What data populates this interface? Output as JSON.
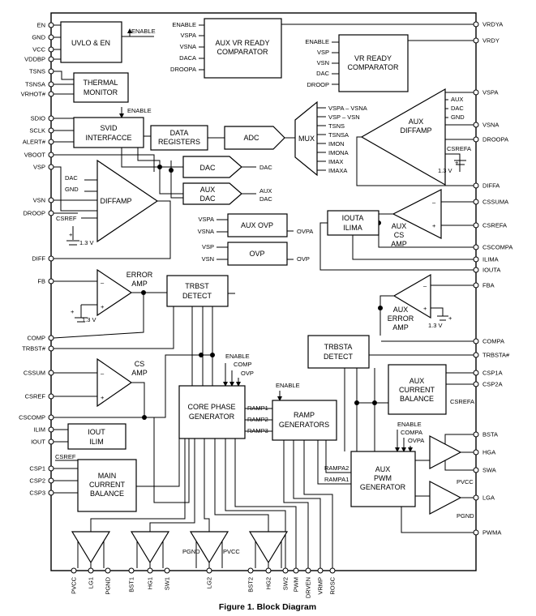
{
  "caption": "Figure 1. Block Diagram",
  "blocks": {
    "uvlo": "UVLO & EN",
    "thermal": [
      "THERMAL",
      "MONITOR"
    ],
    "svid": [
      "SVID",
      "INTERFACCE"
    ],
    "data_registers": [
      "DATA",
      "REGISTERS"
    ],
    "adc": "ADC",
    "mux": "MUX",
    "dac": "DAC",
    "aux_dac": [
      "AUX",
      "DAC"
    ],
    "diffamp": "DIFFAMP",
    "aux_vr_ready": [
      "AUX VR READY",
      "COMPARATOR"
    ],
    "vr_ready": [
      "VR READY",
      "COMPARATOR"
    ],
    "aux_diffamp": [
      "AUX",
      "DIFFAMP"
    ],
    "aux_ovp": "AUX OVP",
    "ovp": "OVP",
    "iouta_ilima": [
      "IOUTA",
      "ILIMA"
    ],
    "aux_cs_amp": [
      "AUX",
      "CS",
      "AMP"
    ],
    "error_amp": [
      "ERROR",
      "AMP"
    ],
    "trbst_detect": [
      "TRBST",
      "DETECT"
    ],
    "aux_error_amp": [
      "AUX",
      "ERROR",
      "AMP"
    ],
    "trbsta_detect": [
      "TRBSTA",
      "DETECT"
    ],
    "aux_current_balance": [
      "AUX",
      "CURRENT",
      "BALANCE"
    ],
    "cs_amp": [
      "CS",
      "AMP"
    ],
    "core_phase_generator": [
      "CORE PHASE",
      "GENERATOR"
    ],
    "ramp_generators": [
      "RAMP",
      "GENERATORS"
    ],
    "iout_ilim": [
      "IOUT",
      "ILIM"
    ],
    "main_current_balance": [
      "MAIN",
      "CURRENT",
      "BALANCE"
    ],
    "aux_pwm_generator": [
      "AUX",
      "PWM",
      "GENERATOR"
    ]
  },
  "signals": {
    "enable": "ENABLE",
    "vspa": "VSPA",
    "vsna": "VSNA",
    "daca": "DACA",
    "droopa": "DROOPA",
    "vsp": "VSP",
    "vsn": "VSN",
    "dac": "DAC",
    "droop": "DROOP",
    "gnd": "GND",
    "aux": "AUX",
    "aux_dac_out": [
      "AUX",
      "DAC"
    ],
    "csrefa": "CSREFA",
    "csref": "CSREF",
    "v13": "1.3 V",
    "plus": "+",
    "minus": "–",
    "mux_inputs": [
      "VSPA – VSNA",
      "VSP – VSN",
      "TSNS",
      "TSNSA",
      "IMON",
      "IMONA",
      "IMAX",
      "IMAXA"
    ],
    "ovpa": "OVPA",
    "ovp": "OVP",
    "enable_comp": "ENABLE",
    "comp": "COMP",
    "ovp_in": "OVP",
    "ramp1": "RAMP1",
    "ramp2": "RAMP2",
    "ramp3": "RAMP3",
    "rampa1": "RAMPA1",
    "rampa2": "RAMPA2",
    "compa": "COMPA",
    "ovpa_in": "OVPA",
    "pvcc": "PVCC",
    "pgnd": "PGND"
  },
  "left_pins": [
    "EN",
    "GND",
    "VCC",
    "VDDBP",
    "TSNS",
    "TSNSA",
    "VRHOT#",
    "SDIO",
    "SCLK",
    "ALERT#",
    "VBOOT",
    "VSP",
    "VSN",
    "DROOP",
    "DIFF",
    "FB",
    "COMP",
    "TRBST#",
    "CSSUM",
    "CSREF",
    "CSCOMP",
    "ILIM",
    "IOUT",
    "CSP1",
    "CSP2",
    "CSP3"
  ],
  "right_pins": [
    "VRDYA",
    "VRDY",
    "VSPA",
    "VSNA",
    "DROOPA",
    "DIFFA",
    "CSSUMA",
    "CSREFA",
    "CSCOMPA",
    "ILIMA",
    "IOUTA",
    "FBA",
    "COMPA",
    "TRBSTA#",
    "CSP1A",
    "CSP2A",
    "BSTA",
    "HGA",
    "SWA",
    "LGA",
    "PWMA"
  ],
  "bottom_pins": [
    "PVCC",
    "LG1",
    "PGND",
    "BST1",
    "HG1",
    "SW1",
    "LG2",
    "BST2",
    "HG2",
    "SW2",
    "PWM",
    "DRVEN",
    "VRMP",
    "ROSC"
  ]
}
